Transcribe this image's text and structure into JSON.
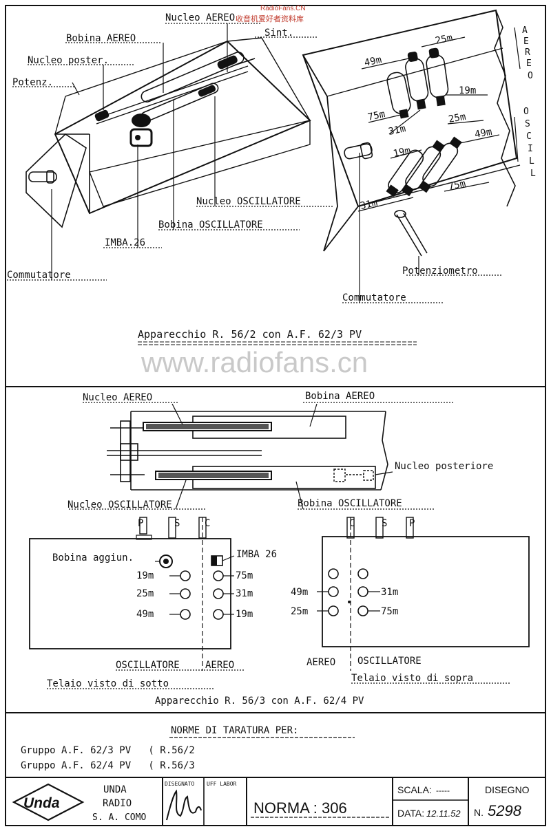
{
  "header_watermark": {
    "top": "RadioFans.CN",
    "bottom": "收音机爱好者资料库"
  },
  "upper": {
    "labels": {
      "nucleo_aereo": "Nucleo AEREO",
      "sint": "Sint.",
      "bobina_aereo": "Bobina AEREO",
      "nucleo_poster": "Nucleo poster.",
      "potenz": "Potenz.",
      "nucleo_oscillatore": "Nucleo OSCILLATORE",
      "bobina_oscillatore": "Bobina OSCILLATORE",
      "imba": "IMBA.26",
      "commutatore_left": "Commutatore",
      "commutatore_right": "Commutatore",
      "potenziometro": "Potenziometro"
    },
    "bands_top": {
      "b49": "49m",
      "b25": "25m",
      "b19": "19m",
      "b75": "75m",
      "b31": "31m"
    },
    "bands_bottom": {
      "b25": "25m",
      "b49": "49m",
      "b19": "19m",
      "b75": "75m",
      "b31": "31m"
    },
    "side_aereo": [
      "A",
      "E",
      "R",
      "E",
      "O"
    ],
    "side_oscill": [
      "O",
      "S",
      "C",
      "I",
      "L",
      "L"
    ],
    "caption": "Apparecchio R. 56/2 con A.F. 62/3 PV",
    "watermark": "www.radiofans.cn"
  },
  "lower": {
    "labels": {
      "nucleo_aereo": "Nucleo AEREO",
      "bobina_aereo": "Bobina AEREO",
      "nucleo_posteriore": "Nucleo posteriore",
      "nucleo_oscillatore": "Nucleo OSCILLATORE",
      "bobina_oscillatore": "Bobina OSCILLATORE"
    },
    "left_panel": {
      "pins": [
        "P",
        "S",
        "C"
      ],
      "bobina": "Bobina aggiun.",
      "imba": "IMBA 26",
      "left_bands": [
        "19m",
        "25m",
        "49m"
      ],
      "right_bands": [
        "75m",
        "31m",
        "19m"
      ],
      "bottom_left": "OSCILLATORE",
      "bottom_right": "AEREO",
      "caption": "Telaio visto di sotto"
    },
    "right_panel": {
      "pins": [
        "C",
        "S",
        "P"
      ],
      "left_bands": [
        "49m",
        "25m"
      ],
      "right_bands": [
        "31m",
        "75m"
      ],
      "bottom_left": "AEREO",
      "bottom_right": "OSCILLATORE",
      "caption": "Telaio visto di sopra"
    },
    "caption": "Apparecchio R. 56/3 con A.F. 62/4 PV"
  },
  "norme": {
    "title": "NORME DI TARATURA PER:",
    "lines": [
      "Gruppo A.F. 62/3 PV   ( R.56/2",
      "Gruppo A.F. 62/4 PV   ( R.56/3"
    ]
  },
  "title_block": {
    "logo": "Unda",
    "company": [
      "UNDA",
      "RADIO",
      "S. A. COMO"
    ],
    "disegnato": "DISEGNATO",
    "uff_labor": "UFF LABOR",
    "norma": "NORMA : 306",
    "scala_label": "SCALA:",
    "scala_value": "-----",
    "data_label": "DATA:",
    "data_value": "12.11.52",
    "disegno_label": "DISEGNO",
    "disegno_n_label": "N.",
    "disegno_value": "5298"
  }
}
